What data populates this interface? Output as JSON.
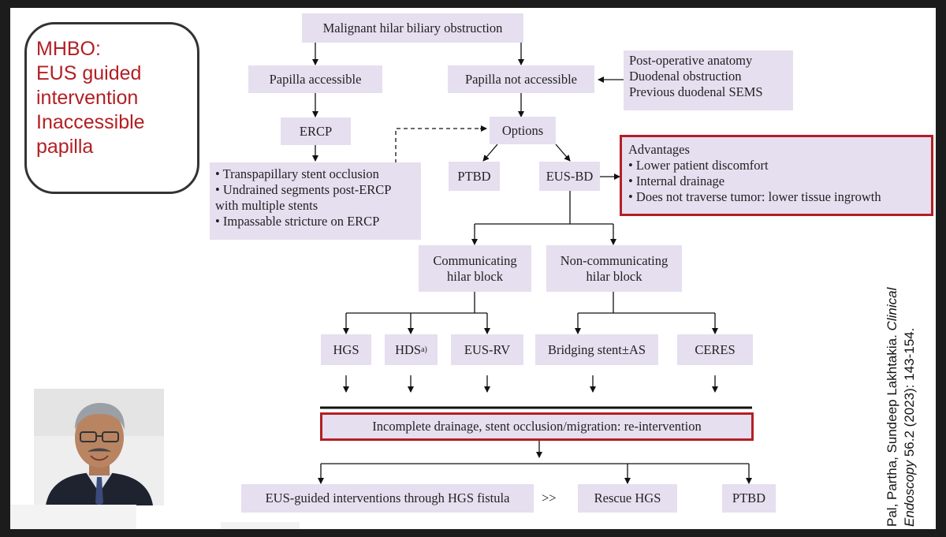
{
  "callout": {
    "lines": [
      "MHBO:",
      "EUS guided",
      "intervention",
      "Inaccessible",
      "papilla"
    ]
  },
  "citation": {
    "authors": "Pal, Partha, Sundeep Lakhtakia. ",
    "journal": "Clinical",
    "line2_journal": "Endoscopy",
    "line2_rest": " 56.2 (2023): 143-154."
  },
  "flowchart": {
    "root": "Malignant hilar biliary obstruction",
    "papilla_accessible": "Papilla accessible",
    "papilla_not_accessible": "Papilla not accessible",
    "causes": [
      "Post-operative anatomy",
      "Duodenal obstruction",
      "Previous duodenal SEMS"
    ],
    "ercp": "ERCP",
    "ercp_failures": [
      "• Transpapillary stent occlusion",
      "• Undrained segments post-ERCP",
      "  with multiple stents",
      "• Impassable stricture on ERCP"
    ],
    "options": "Options",
    "ptbd": "PTBD",
    "eus_bd": "EUS-BD",
    "advantages_title": "Advantages",
    "advantages": [
      "• Lower patient discomfort",
      "• Internal drainage",
      "• Does not traverse tumor: lower tissue ingrowth"
    ],
    "communicating": [
      "Communicating",
      "hilar block"
    ],
    "non_communicating": [
      "Non-communicating",
      "hilar block"
    ],
    "hgs": "HGS",
    "hds": "HDS",
    "hds_sup": "a)",
    "eus_rv": "EUS-RV",
    "bridging": "Bridging stent±AS",
    "ceres": "CERES",
    "reintervention": "Incomplete drainage, stent occlusion/migration: re-intervention",
    "eus_fistula": "EUS-guided interventions through HGS fistula",
    "gtgt": ">>",
    "rescue_hgs": "Rescue HGS",
    "ptbd_final": "PTBD"
  },
  "colors": {
    "box": "#e6dff0",
    "highlight_red": "#b31f24",
    "background_frame": "#1c1c1c"
  },
  "photo": {
    "subject": "presenter-portrait"
  }
}
